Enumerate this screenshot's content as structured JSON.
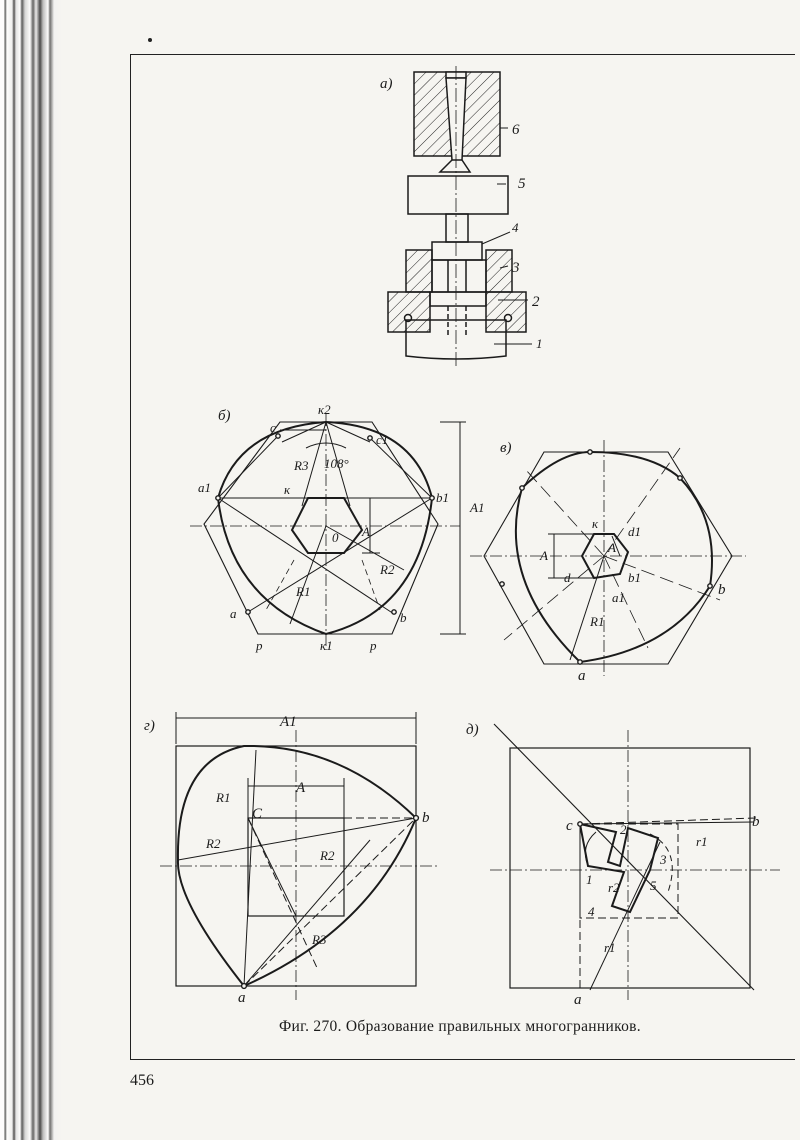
{
  "caption": "Фиг. 270. Образование правильных многогранников.",
  "page_number": "456",
  "figures": {
    "a": {
      "label": "а)",
      "parts": [
        "6",
        "5",
        "4",
        "3",
        "2",
        "1"
      ]
    },
    "b": {
      "label": "б)",
      "angle": "108°",
      "points": {
        "k2": "к2",
        "c": "c",
        "c1": "c1",
        "a1": "a1",
        "b1": "b1",
        "k": "к",
        "o": "0",
        "a": "a",
        "b": "b",
        "p": "p",
        "k1": "к1"
      },
      "dims": {
        "R3": "R3",
        "R2": "R2",
        "R1": "R1",
        "A": "A",
        "A1": "A1"
      }
    },
    "v": {
      "label": "в)",
      "points": {
        "k": "к",
        "d1": "d1",
        "d": "d",
        "b1": "b1",
        "a1": "a1",
        "b": "b",
        "a": "a"
      },
      "dims": {
        "A_side": "A",
        "A_inner": "A",
        "R1": "R1"
      }
    },
    "g": {
      "label": "г)",
      "points": {
        "c": "C",
        "b": "b",
        "a": "a"
      },
      "dims": {
        "A1": "A1",
        "A": "A",
        "R1": "R1",
        "R2a": "R2",
        "R2b": "R2",
        "R3": "R3"
      }
    },
    "d": {
      "label": "д)",
      "points": {
        "c": "c",
        "b": "b",
        "a": "a",
        "n1": "1",
        "n2": "2",
        "n3": "3",
        "n4": "4",
        "n5": "5"
      },
      "dims": {
        "r1a": "r1",
        "r2": "r2",
        "r1b": "r1"
      }
    }
  }
}
